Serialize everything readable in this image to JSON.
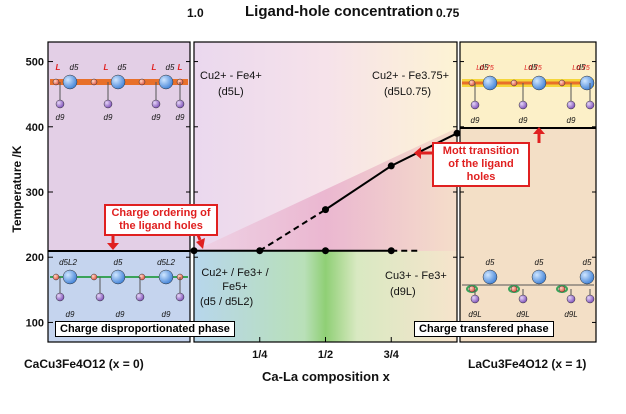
{
  "top_axis": {
    "title": "Ligand-hole concentration",
    "left_value": "1.0",
    "right_value": "0.75"
  },
  "y_axis": {
    "title": "Temperature /K",
    "ticks": [
      "500",
      "400",
      "300",
      "200",
      "100"
    ]
  },
  "x_axis": {
    "title": "Ca-La composition x",
    "ticks": [
      "1/4",
      "1/2",
      "3/4"
    ]
  },
  "bottom_labels": {
    "left": "CaCu3Fe4O12 (x = 0)",
    "right": "LaCu3Fe4O12 (x = 1)"
  },
  "regions": {
    "top_left_valence": "Cu2+ - Fe4+",
    "top_left_config": "(d5L)",
    "top_right_valence": "Cu2+ - Fe3.75+",
    "top_right_config": "(d5L0.75)",
    "bottom_left_valence": "Cu2+ / Fe3+ / Fe5+",
    "bottom_left_config": "(d5 / d5L2)",
    "bottom_right_valence": "Cu3+ - Fe3+",
    "bottom_right_config": "(d9L)"
  },
  "annotations": {
    "charge_ordering": "Charge ordering of the ligand holes",
    "mott_transition": "Mott transition of the ligand holes"
  },
  "phase_labels": {
    "left": "Charge disproportionated phase",
    "right": "Charge transfered phase"
  },
  "schematic_labels": {
    "d5": "d5",
    "d9": "d9",
    "L": "L",
    "L2": "L2",
    "L075": "L0.75",
    "d5L": "d5L",
    "d5L2": "d5L2",
    "d9L": "d9L"
  },
  "chart_data": {
    "type": "line",
    "xlabel": "Ca-La composition x",
    "ylabel": "Temperature /K",
    "ylim": [
      70,
      530
    ],
    "xlim": [
      0,
      1
    ],
    "series": [
      {
        "points": [
          [
            0.25,
            210
          ],
          [
            0.5,
            210
          ],
          [
            0.75,
            210
          ]
        ],
        "style": "solid-then-dashed"
      },
      {
        "points": [
          [
            0.25,
            210
          ],
          [
            0.5,
            273
          ],
          [
            0.75,
            340
          ],
          [
            1.0,
            390
          ]
        ],
        "style": "dashed-then-solid"
      }
    ],
    "colors": {
      "red": "#e02020",
      "orange_bond": "#e8702a",
      "blue_atom": "#3d7fd6",
      "purple_atom": "#8a5cc4"
    }
  }
}
